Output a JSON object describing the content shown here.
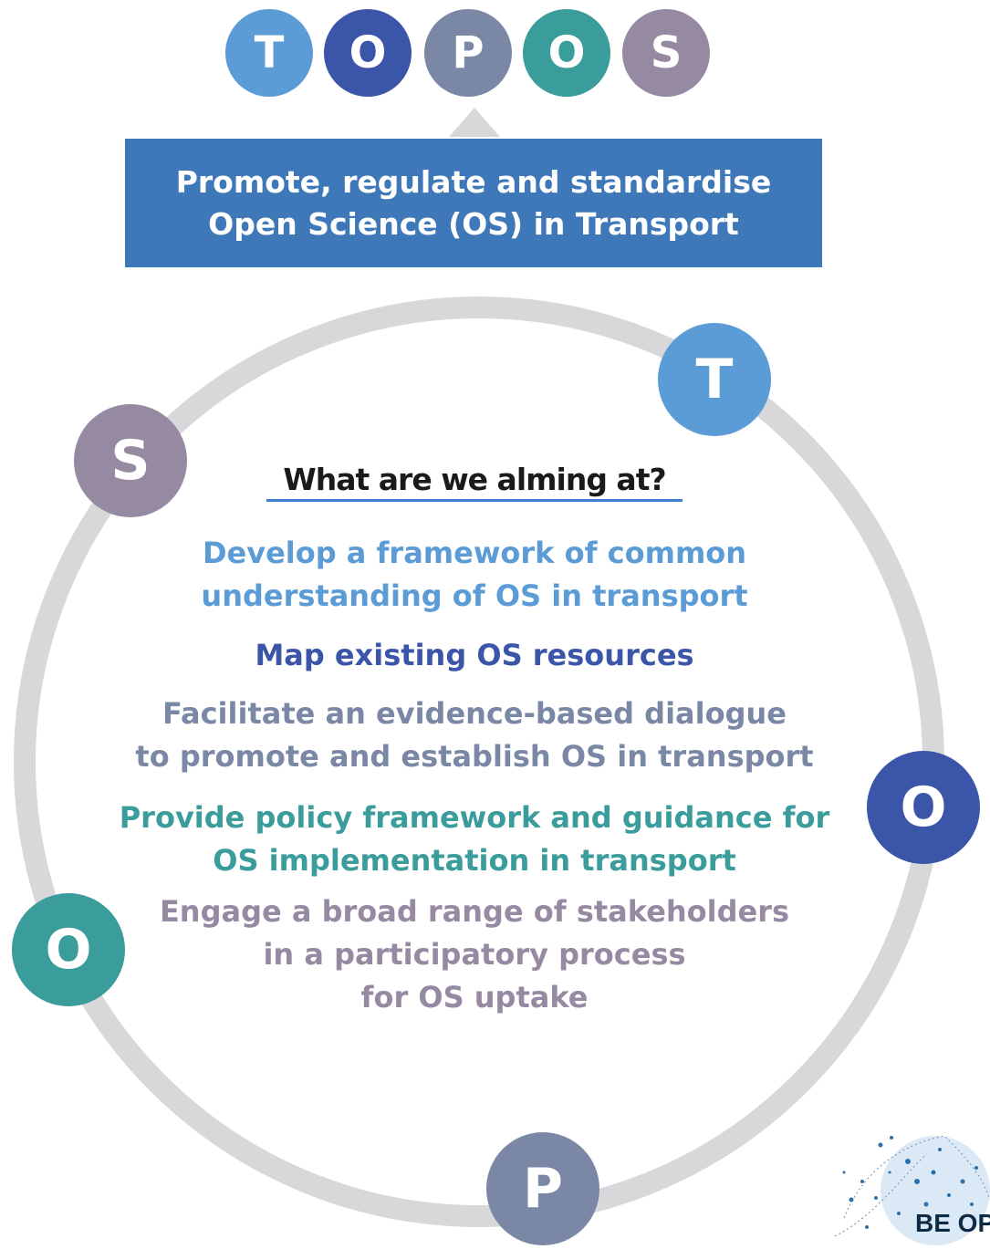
{
  "colors": {
    "t": "#5b9bd6",
    "o_dark": "#3b55a8",
    "p": "#7a88a6",
    "o_teal": "#3a9c9b",
    "s": "#968aa3",
    "banner": "#3f78b9",
    "ring": "#d8d8da"
  },
  "acronym": [
    "T",
    "O",
    "P",
    "O",
    "S"
  ],
  "banner": {
    "line1": "Promote, regulate and standardise",
    "line2": "Open Science (OS) in Transport"
  },
  "ring_letters": {
    "t": "T",
    "s": "S",
    "o_right": "O",
    "o_left": "O",
    "p": "P"
  },
  "question": "What are we alming at?",
  "goals": [
    {
      "lines": [
        "Develop a framework of common",
        "understanding of OS in transport"
      ],
      "color": "#5b9bd6"
    },
    {
      "lines": [
        "Map existing OS resources"
      ],
      "color": "#3b55a8"
    },
    {
      "lines": [
        "Facilitate an evidence-based dialogue",
        "to promote and establish OS in transport"
      ],
      "color": "#7a88a6"
    },
    {
      "lines": [
        "Provide policy framework and guidance for",
        "OS implementation in transport"
      ],
      "color": "#3a9c9b"
    },
    {
      "lines": [
        "Engage a broad range of stakeholders",
        "in a participatory process",
        "for OS uptake"
      ],
      "color": "#968aa3"
    }
  ],
  "logo": {
    "text": "BE OP"
  }
}
